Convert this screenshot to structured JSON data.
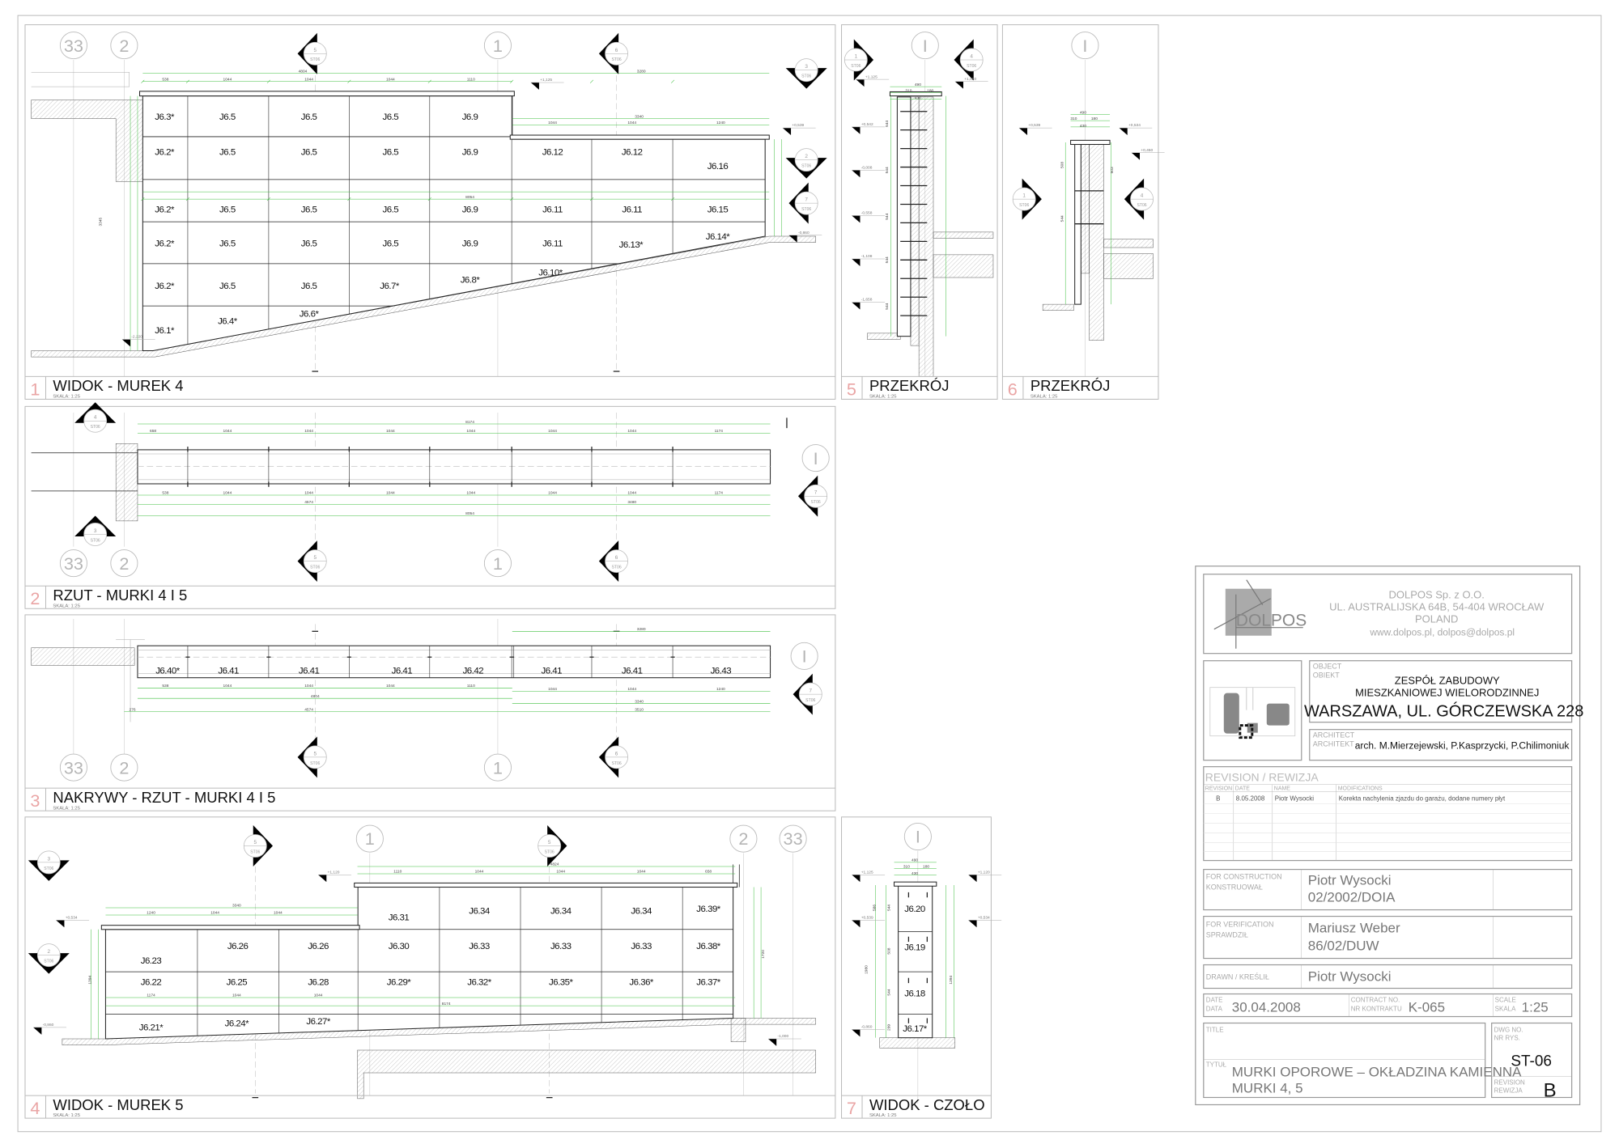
{
  "colors": {
    "dimension": "#3fbf3f",
    "view_number": "#eaa5a5",
    "line": "#222222"
  },
  "views": [
    {
      "number": "1",
      "title": "WIDOK - MUREK 4",
      "scale": "SKALA: 1:25",
      "grid_axes": [
        "33",
        "2",
        "1"
      ],
      "section_markers": [
        {
          "num": "5",
          "sheet": "ST06"
        },
        {
          "num": "6",
          "sheet": "ST06"
        },
        {
          "num": "3",
          "sheet": "ST06"
        },
        {
          "num": "2",
          "sheet": "ST06"
        },
        {
          "num": "7",
          "sheet": "ST06"
        }
      ],
      "slabs": [
        "J6.3*",
        "J6.5",
        "J6.5",
        "J6.5",
        "J6.9",
        "J6.2*",
        "J6.5",
        "J6.5",
        "J6.5",
        "J6.9",
        "J6.12",
        "J6.12",
        "J6.16",
        "J6.2*",
        "J6.5",
        "J6.5",
        "J6.5",
        "J6.9",
        "J6.11",
        "J6.11",
        "J6.15",
        "J6.2*",
        "J6.5",
        "J6.5",
        "J6.5",
        "J6.9",
        "J6.11",
        "J6.13*",
        "J6.14*",
        "J6.2*",
        "J6.5",
        "J6.5",
        "J6.7*",
        "J6.8*",
        "J6.10*",
        "J6.1*",
        "J6.4*",
        "J6.6*"
      ],
      "dimensions": [
        "538",
        "1044",
        "1044",
        "1044",
        "1110",
        "4804",
        "3280",
        "3340",
        "1044",
        "1044",
        "1240",
        "8054",
        "3345"
      ],
      "levels": [
        "+1,125",
        "+0,539",
        "-0,860",
        "-2,220"
      ]
    },
    {
      "number": "2",
      "title": "RZUT - MURKI 4 I 5",
      "scale": "SKALA: 1:25",
      "grid_axes": [
        "I",
        "33",
        "2",
        "1"
      ],
      "section_markers": [
        {
          "num": "4",
          "sheet": "ST06"
        },
        {
          "num": "3",
          "sheet": "ST06"
        },
        {
          "num": "5",
          "sheet": "ST06"
        },
        {
          "num": "6",
          "sheet": "ST06"
        },
        {
          "num": "7",
          "sheet": "ST06"
        }
      ],
      "slabs": [],
      "dimensions": [
        "658",
        "1044",
        "1044",
        "1044",
        "1044",
        "1044",
        "1044",
        "1174",
        "8174",
        "538",
        "1044",
        "1044",
        "1044",
        "1044",
        "1044",
        "1044",
        "1174",
        "4574",
        "3480",
        "8054"
      ],
      "levels": []
    },
    {
      "number": "3",
      "title": "NAKRYWY - RZUT - MURKI 4 I 5",
      "scale": "SKALA: 1:25",
      "grid_axes": [
        "I",
        "33",
        "2",
        "1"
      ],
      "section_markers": [
        {
          "num": "7",
          "sheet": "ST06"
        },
        {
          "num": "5",
          "sheet": "ST06"
        },
        {
          "num": "6",
          "sheet": "ST06"
        }
      ],
      "slabs": [
        "J6.40*",
        "J6.41",
        "J6.41",
        "J6.41",
        "J6.42",
        "J6.41",
        "J6.41",
        "J6.43"
      ],
      "dimensions": [
        "3280",
        "538",
        "1044",
        "1044",
        "1044",
        "1110",
        "4804",
        "1044",
        "1044",
        "1240",
        "3340",
        "276",
        "4574",
        "3510"
      ],
      "levels": []
    },
    {
      "number": "4",
      "title": "WIDOK - MUREK 5",
      "scale": "SKALA: 1:25",
      "grid_axes": [
        "1",
        "2",
        "33"
      ],
      "section_markers": [
        {
          "num": "5",
          "sheet": "ST06"
        },
        {
          "num": "5",
          "sheet": "ST06"
        },
        {
          "num": "3",
          "sheet": "ST06"
        },
        {
          "num": "2",
          "sheet": "ST06"
        }
      ],
      "slabs": [
        "J6.31",
        "J6.34",
        "J6.34",
        "J6.34",
        "J6.39*",
        "J6.26",
        "J6.26",
        "J6.30",
        "J6.33",
        "J6.33",
        "J6.33",
        "J6.38*",
        "J6.23",
        "J6.22",
        "J6.25",
        "J6.28",
        "J6.29*",
        "J6.32*",
        "J6.35*",
        "J6.36*",
        "J6.37*",
        "J6.21*",
        "J6.24*",
        "J6.27*"
      ],
      "dimensions": [
        "4824",
        "1110",
        "1044",
        "1044",
        "1044",
        "658",
        "3340",
        "1240",
        "1044",
        "1044",
        "1174",
        "1044",
        "1044",
        "8174",
        "1394",
        "1720"
      ],
      "levels": [
        "+1,120",
        "+0,534",
        "-0,860",
        "-1,000"
      ]
    },
    {
      "number": "5",
      "title": "PRZEKRÓJ",
      "scale": "SKALA: 1:25",
      "grid_axes": [
        "I"
      ],
      "section_markers": [
        {
          "num": "1",
          "sheet": "ST06"
        },
        {
          "num": "4",
          "sheet": "ST06"
        }
      ],
      "slabs": [],
      "dimensions": [
        "490",
        "310",
        "180",
        "430",
        "544",
        "544",
        "544",
        "544",
        "544"
      ],
      "levels": [
        "+1,125",
        "+1,050",
        "+0,542",
        "-0,008",
        "-0,558",
        "-1,108",
        "-1,658"
      ]
    },
    {
      "number": "6",
      "title": "PRZEKRÓJ",
      "scale": "SKALA: 1:25",
      "grid_axes": [
        "I"
      ],
      "section_markers": [
        {
          "num": "1",
          "sheet": "ST06"
        },
        {
          "num": "4",
          "sheet": "ST06"
        }
      ],
      "slabs": [],
      "dimensions": [
        "490",
        "310",
        "180",
        "430",
        "508",
        "544",
        "503"
      ],
      "levels": [
        "+0,539",
        "+0,534",
        "+0,450"
      ]
    },
    {
      "number": "7",
      "title": "WIDOK - CZOŁO",
      "scale": "SKALA: 1:25",
      "grid_axes": [
        "I"
      ],
      "section_markers": [],
      "slabs": [
        "J6.20",
        "J6.19",
        "J6.18",
        "J6.17*"
      ],
      "dimensions": [
        "490",
        "310",
        "180",
        "430",
        "586",
        "544",
        "508",
        "544",
        "299",
        "1980",
        "1394"
      ],
      "levels": [
        "+1,125",
        "+1,120",
        "+0,539",
        "+0,534",
        "-0,860"
      ]
    }
  ],
  "title_block": {
    "logo_text": "DOLPOS",
    "company": {
      "name": "DOLPOS Sp. z O.O.",
      "address": "UL. AUSTRALIJSKA 64B,   54-404 WROCŁAW",
      "country": "POLAND",
      "contact": "www.dolpos.pl,  dolpos@dolpos.pl"
    },
    "object": {
      "label_en": "OBJECT",
      "label_pl": "OBIEKT",
      "line1": "ZESPÓŁ ZABUDOWY",
      "line2": "MIESZKANIOWEJ WIELORODZINNEJ",
      "line3": "WARSZAWA, UL. GÓRCZEWSKA 228"
    },
    "architect": {
      "label_en": "ARCHITECT",
      "label_pl": "ARCHITEKT",
      "value": "arch. M.Mierzejewski, P.Kasprzycki, P.Chilimoniuk"
    },
    "revision": {
      "heading": "REVISION  /  REWIZJA",
      "columns": [
        "REVISION",
        "DATE",
        "NAME",
        "MODIFICATIONS"
      ],
      "rows": [
        {
          "rev": "B",
          "date": "8.05.2008",
          "name": "Piotr Wysocki",
          "modifications": "Korekta nachylenia zjazdu do garażu, dodane numery płyt"
        }
      ]
    },
    "construction": {
      "label_en": "FOR CONSTRUCTION",
      "label_pl": "KONSTRUOWAŁ",
      "name": "Piotr Wysocki",
      "license": "02/2002/DOIA"
    },
    "verification": {
      "label_en": "FOR VERIFICATION",
      "label_pl": "SPRAWDZIŁ",
      "name": "Mariusz Weber",
      "license": "86/02/DUW"
    },
    "drawn": {
      "label": "DRAWN / KREŚLIŁ",
      "name": "Piotr Wysocki"
    },
    "date": {
      "label_en": "DATE",
      "label_pl": "DATA",
      "value": "30.04.2008"
    },
    "contract": {
      "label_en": "CONTRACT NO.",
      "label_pl": "NR KONTRAKTU",
      "value": "K-065"
    },
    "scale": {
      "label_en": "SCALE",
      "label_pl": "SKALA",
      "value": "1:25"
    },
    "title": {
      "label_en": "TITLE",
      "label_pl": "TYTUŁ",
      "line1": "MURKI OPOROWE – OKŁADZINA KAMIENNA",
      "line2": "MURKI 4, 5"
    },
    "drawing_no": {
      "label_en": "DWG NO.",
      "label_pl": "NR RYS.",
      "value": "ST-06"
    },
    "revision_mark": {
      "label_en": "REVISION",
      "label_pl": "REWIZJA",
      "value": "B"
    }
  }
}
